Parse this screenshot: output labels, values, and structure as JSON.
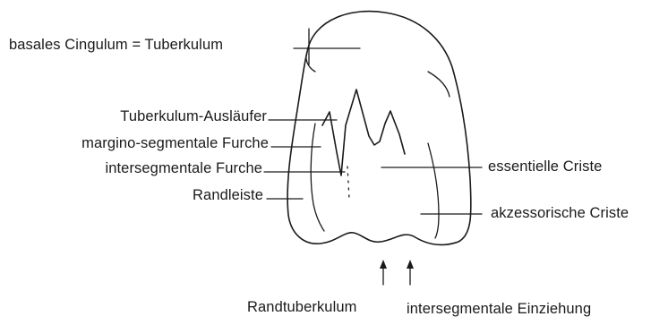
{
  "labels": {
    "basal_cingulum": "basales Cingulum = Tuberkulum",
    "tuberculum_extension": "Tuberkulum-Ausläufer",
    "margino_segmental_groove": "margino-segmentale Furche",
    "intersegmental_groove": "intersegmentale Furche",
    "marginal_ridge": "Randleiste",
    "essential_crest": "essentielle Criste",
    "accessory_crest": "akzessorische Criste",
    "marginal_tubercle": "Randtuberkulum",
    "intersegmental_notch": "intersegmentale Einziehung"
  }
}
